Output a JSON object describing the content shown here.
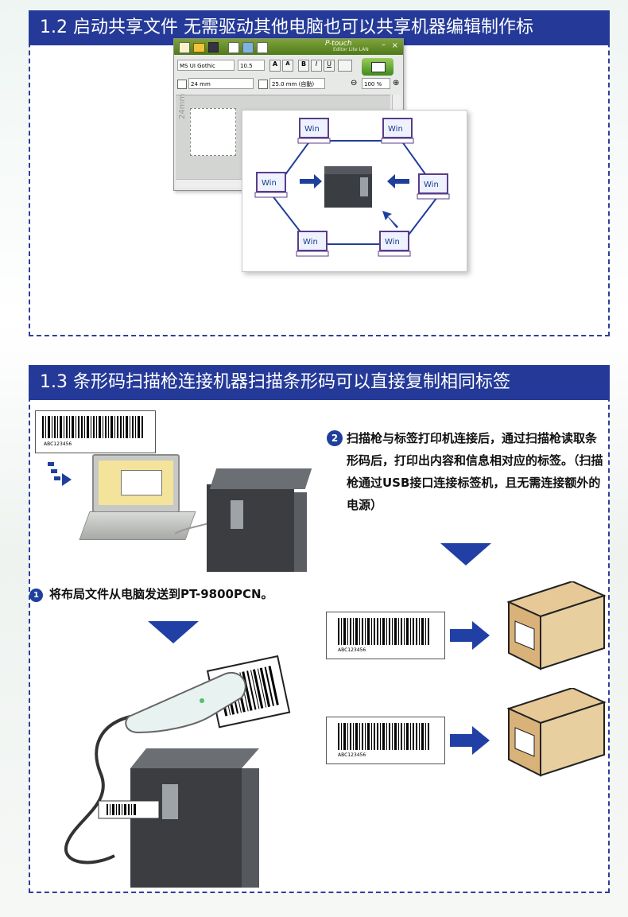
{
  "section_1_2": {
    "title": "1.2 启动共享文件 无需驱动其他电脑也可以共享机器编辑制作标",
    "software": {
      "font_name": "MS UI Gothic",
      "font_size": "10.5",
      "tape_width": "24 mm",
      "tape_length": "25.0 mm (自動)",
      "zoom": "100 %",
      "vertical_label": "24mm",
      "brand_mark": "P-touch",
      "brand_sub": "Editor Lite LAN"
    },
    "network_labels": [
      "Win",
      "Win",
      "Win",
      "Win",
      "Win",
      "Win"
    ]
  },
  "section_1_3": {
    "title": "1.3 条形码扫描枪连接机器扫描条形码可以直接复制相同标签",
    "barcode_text": "ABC123456",
    "step1_marker": "1",
    "step1_text": "将布局文件从电脑发送到PT-9800PCN。",
    "step2_marker": "2",
    "step2_text": "扫描枪与标签打印机连接后，通过扫描枪读取条形码后，打印出内容和信息相对应的标签。（扫描枪通过USB接口连接标签机，且无需连接额外的电源）"
  },
  "colors": {
    "accent": "#253a98",
    "arrow": "#2140a6",
    "dash": "#2e3f9a"
  }
}
